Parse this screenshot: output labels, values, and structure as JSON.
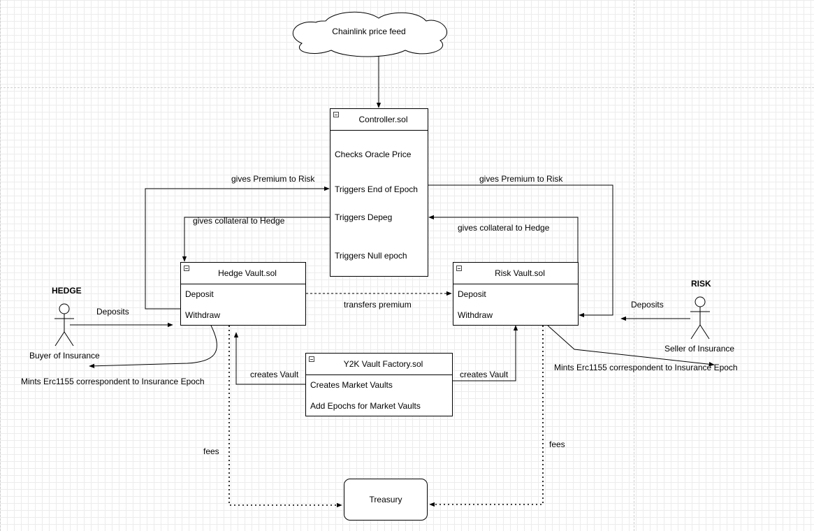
{
  "cloud": {
    "label": "Chainlink price feed"
  },
  "controller": {
    "title": "Controller.sol",
    "rows": [
      "Checks Oracle Price",
      "Triggers End of Epoch",
      "Triggers Depeg",
      "Triggers Null epoch"
    ]
  },
  "hedge_vault": {
    "title": "Hedge Vault.sol",
    "rows": [
      "Deposit",
      "Withdraw"
    ]
  },
  "risk_vault": {
    "title": "Risk Vault.sol",
    "rows": [
      "Deposit",
      "Withdraw"
    ]
  },
  "factory": {
    "title": "Y2K Vault Factory.sol",
    "rows": [
      "Creates Market Vaults",
      "Add Epochs for Market Vaults"
    ]
  },
  "treasury": {
    "label": "Treasury"
  },
  "actors": {
    "hedge": {
      "title": "HEDGE",
      "caption": "Buyer of Insurance"
    },
    "risk": {
      "title": "RISK",
      "caption": "Seller of Insurance"
    }
  },
  "edge_labels": {
    "premium_left": "gives Premium to Risk",
    "premium_right": "gives Premium to Risk",
    "collateral_left": "gives collateral to Hedge",
    "collateral_right": "gives collateral to Hedge",
    "deposits_left": "Deposits",
    "deposits_right": "Deposits",
    "transfers_premium": "transfers premium",
    "mints_left": "Mints Erc1155 correspondent to Insurance Epoch",
    "mints_right": "Mints Erc1155 correspondent to Insurance Epoch",
    "creates_vault_left": "creates Vault",
    "creates_vault_right": "creates Vault",
    "fees_left": "fees",
    "fees_right": "fees"
  }
}
